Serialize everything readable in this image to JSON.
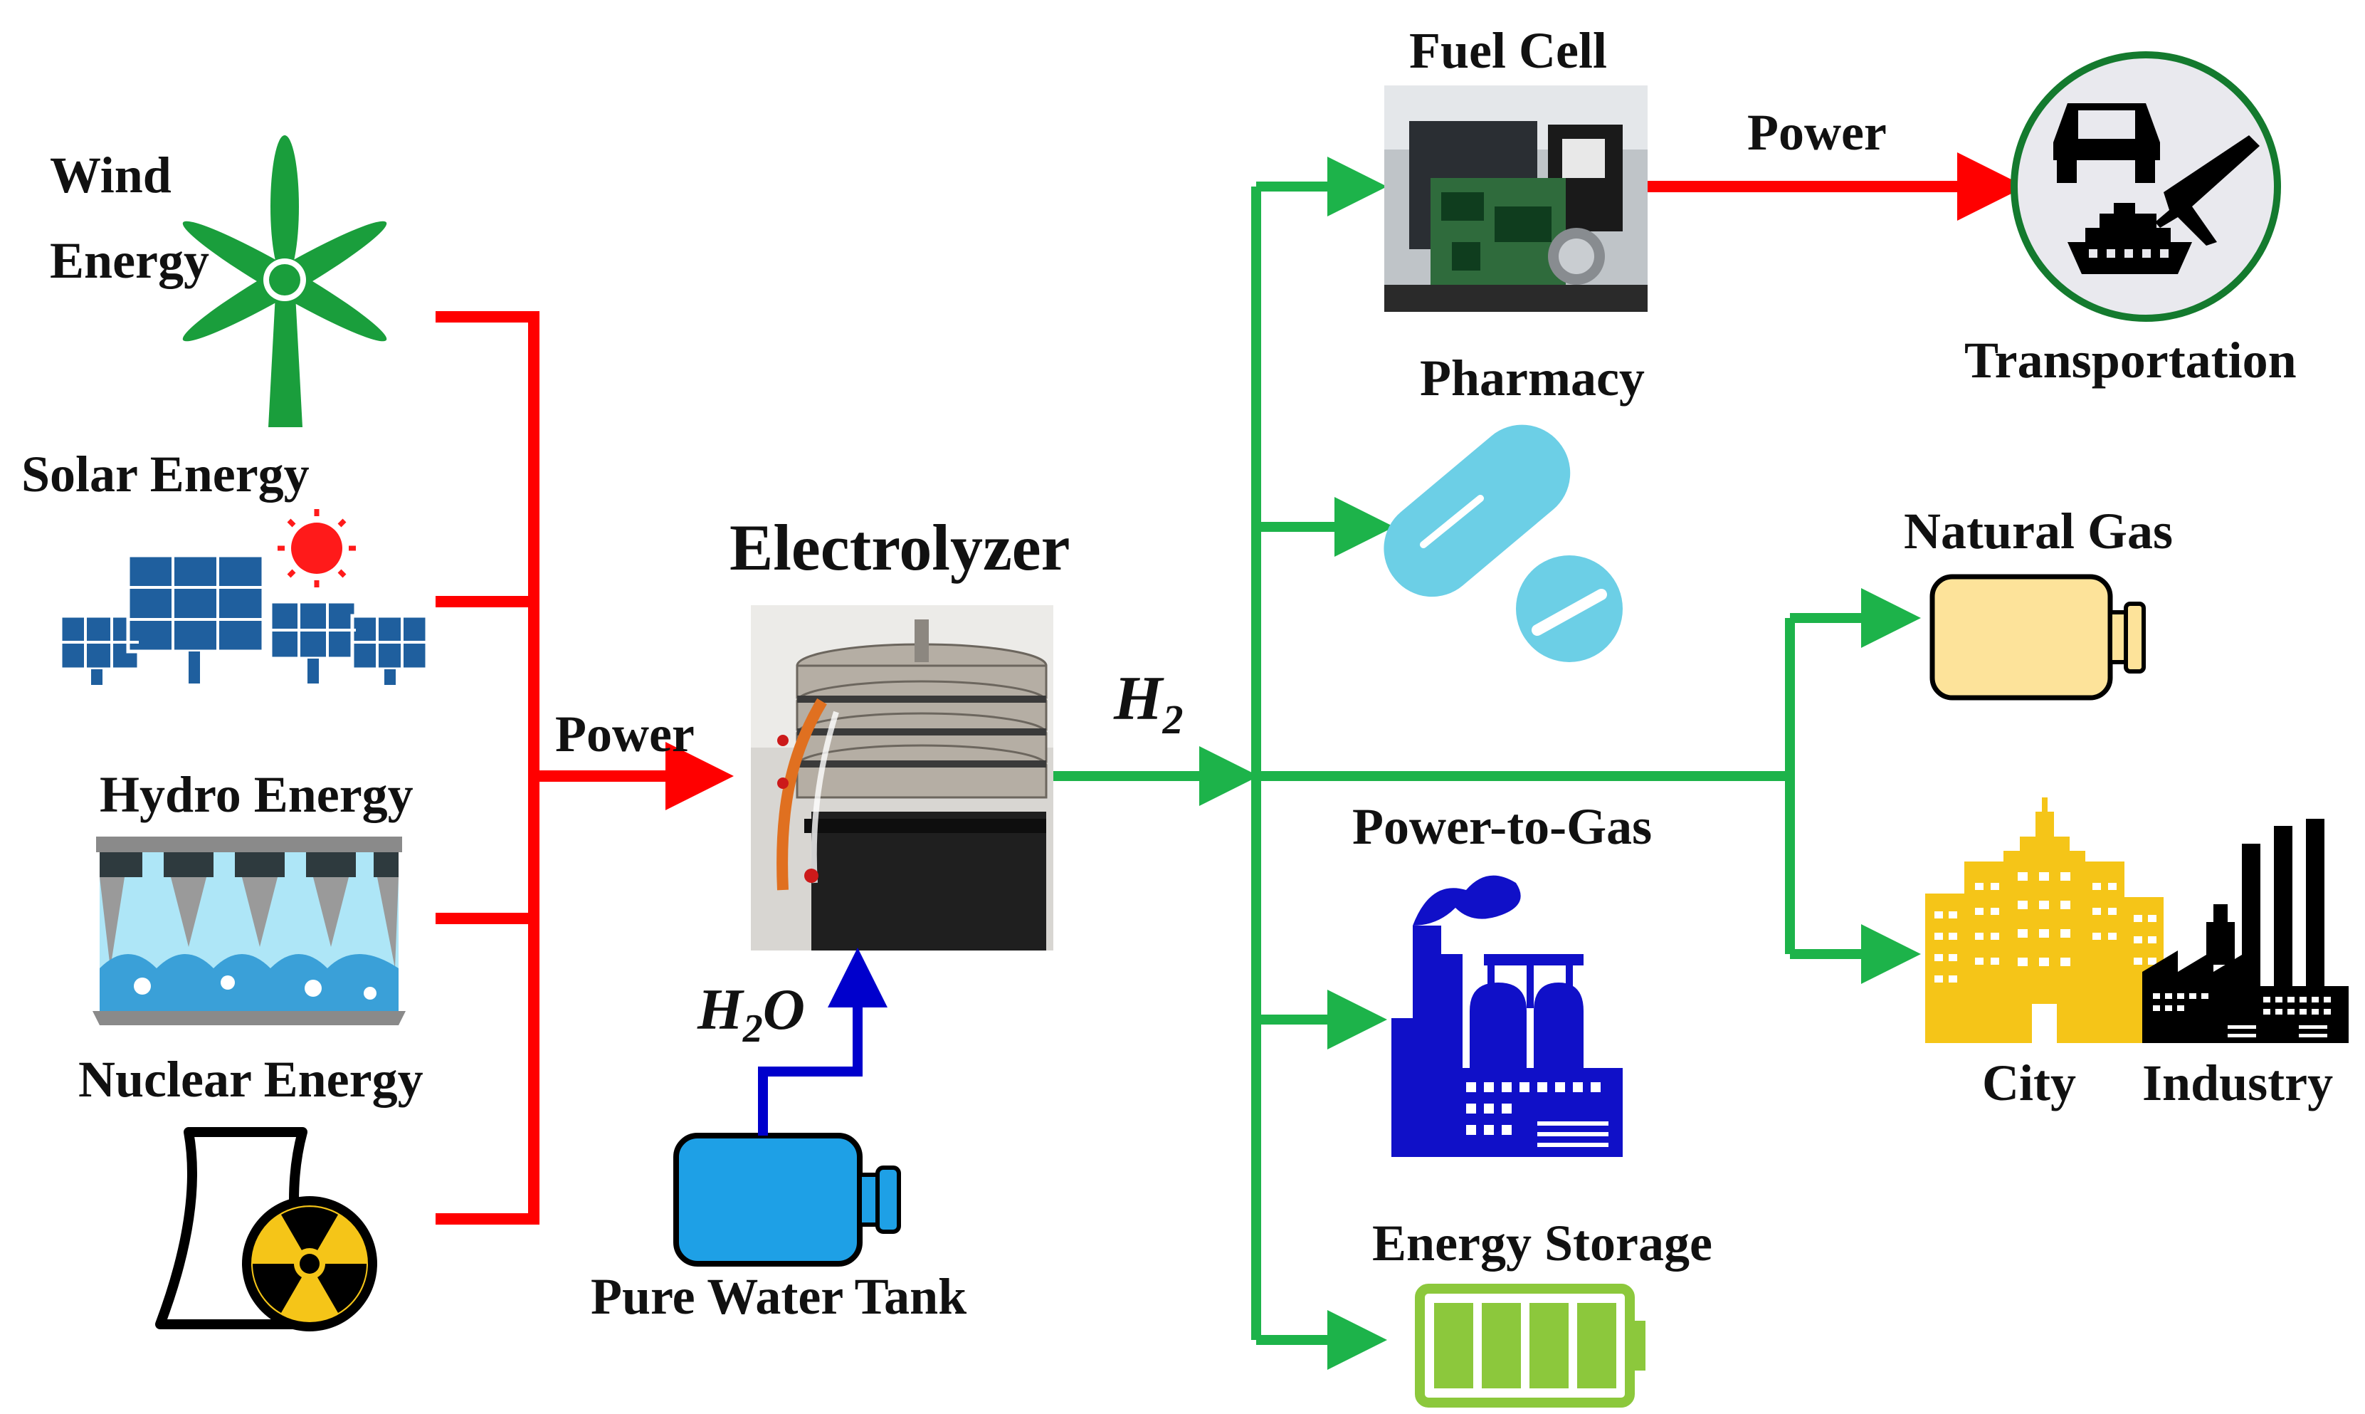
{
  "sources": {
    "wind": {
      "label_line1": "Wind",
      "label_line2": "Energy",
      "icon": "wind-turbine-icon"
    },
    "solar": {
      "label": "Solar Energy",
      "icon": "solar-panel-icon"
    },
    "hydro": {
      "label": "Hydro Energy",
      "icon": "hydro-dam-icon"
    },
    "nuclear": {
      "label": "Nuclear Energy",
      "icon": "nuclear-plant-icon"
    }
  },
  "power_label_left": "Power",
  "electrolyzer": {
    "title": "Electrolyzer",
    "icon": "electrolyzer-photo"
  },
  "h2_label": {
    "main": "H",
    "sub": "2"
  },
  "h2o_label": {
    "main": "H",
    "sub": "2",
    "tail": "O"
  },
  "water_tank": {
    "label": "Pure Water Tank",
    "icon": "water-tank-icon"
  },
  "uses": {
    "fuel_cell": {
      "label": "Fuel Cell",
      "icon": "fuel-cell-photo"
    },
    "pharmacy": {
      "label": "Pharmacy",
      "icon": "pill-icon"
    },
    "power_to_gas": {
      "label": "Power-to-Gas",
      "icon": "factory-icon"
    },
    "energy_storage": {
      "label": "Energy Storage",
      "icon": "battery-icon"
    },
    "natural_gas": {
      "label": "Natural Gas",
      "icon": "gas-tank-icon"
    },
    "city": {
      "label": "City",
      "icon": "city-buildings-icon"
    },
    "industry": {
      "label": "Industry",
      "icon": "industry-icon"
    },
    "transportation": {
      "label": "Transportation",
      "icon": "vehicles-icon"
    }
  },
  "power_label_right": "Power",
  "colors": {
    "power_line": "#ff0000",
    "hydrogen_line": "#1db34a",
    "water_line": "#0000cc",
    "wind_green": "#1a9e3c",
    "solar_blue": "#1f5f9e",
    "sun_red": "#ff1a1a",
    "pill_blue": "#6ccfe6",
    "factory_blue": "#1010c8",
    "battery_green": "#8cc83c",
    "gas_tank_yellow": "#fde39a",
    "city_yellow": "#f5c518",
    "water_tank_blue": "#1ea0e6"
  }
}
